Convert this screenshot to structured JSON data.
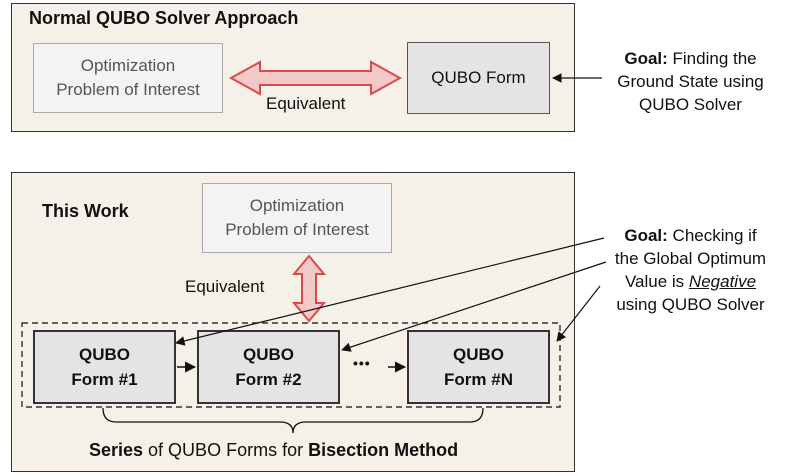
{
  "top": {
    "title": "Normal QUBO Solver Approach",
    "problem_line1": "Optimization",
    "problem_line2": "Problem of Interest",
    "equivalent": "Equivalent",
    "qubo_form": "QUBO Form",
    "goal_bold": "Goal:",
    "goal_line1": " Finding the",
    "goal_line2": "Ground State using",
    "goal_line3": "QUBO Solver"
  },
  "bottom": {
    "title": "This Work",
    "problem_line1": "Optimization",
    "problem_line2": "Problem of Interest",
    "equivalent": "Equivalent",
    "qubo1_line1": "QUBO",
    "qubo1_line2": "Form #1",
    "qubo2_line1": "QUBO",
    "qubo2_line2": "Form #2",
    "ellipsis": "•••",
    "quboN_line1": "QUBO",
    "quboN_line2": "Form #N",
    "goal_bold": "Goal:",
    "goal_line1": " Checking if",
    "goal_line2": "the Global Optimum",
    "goal_line3_pre": "Value is ",
    "goal_line3_em": "Negative",
    "goal_line4": "using QUBO Solver",
    "caption_bold1": "Series",
    "caption_mid": " of QUBO Forms for ",
    "caption_bold2": "Bisection Method"
  },
  "colors": {
    "panel_bg": "#f5f1e8",
    "double_arrow_fill": "#f2c8c8",
    "double_arrow_stroke": "#d94a4a"
  }
}
